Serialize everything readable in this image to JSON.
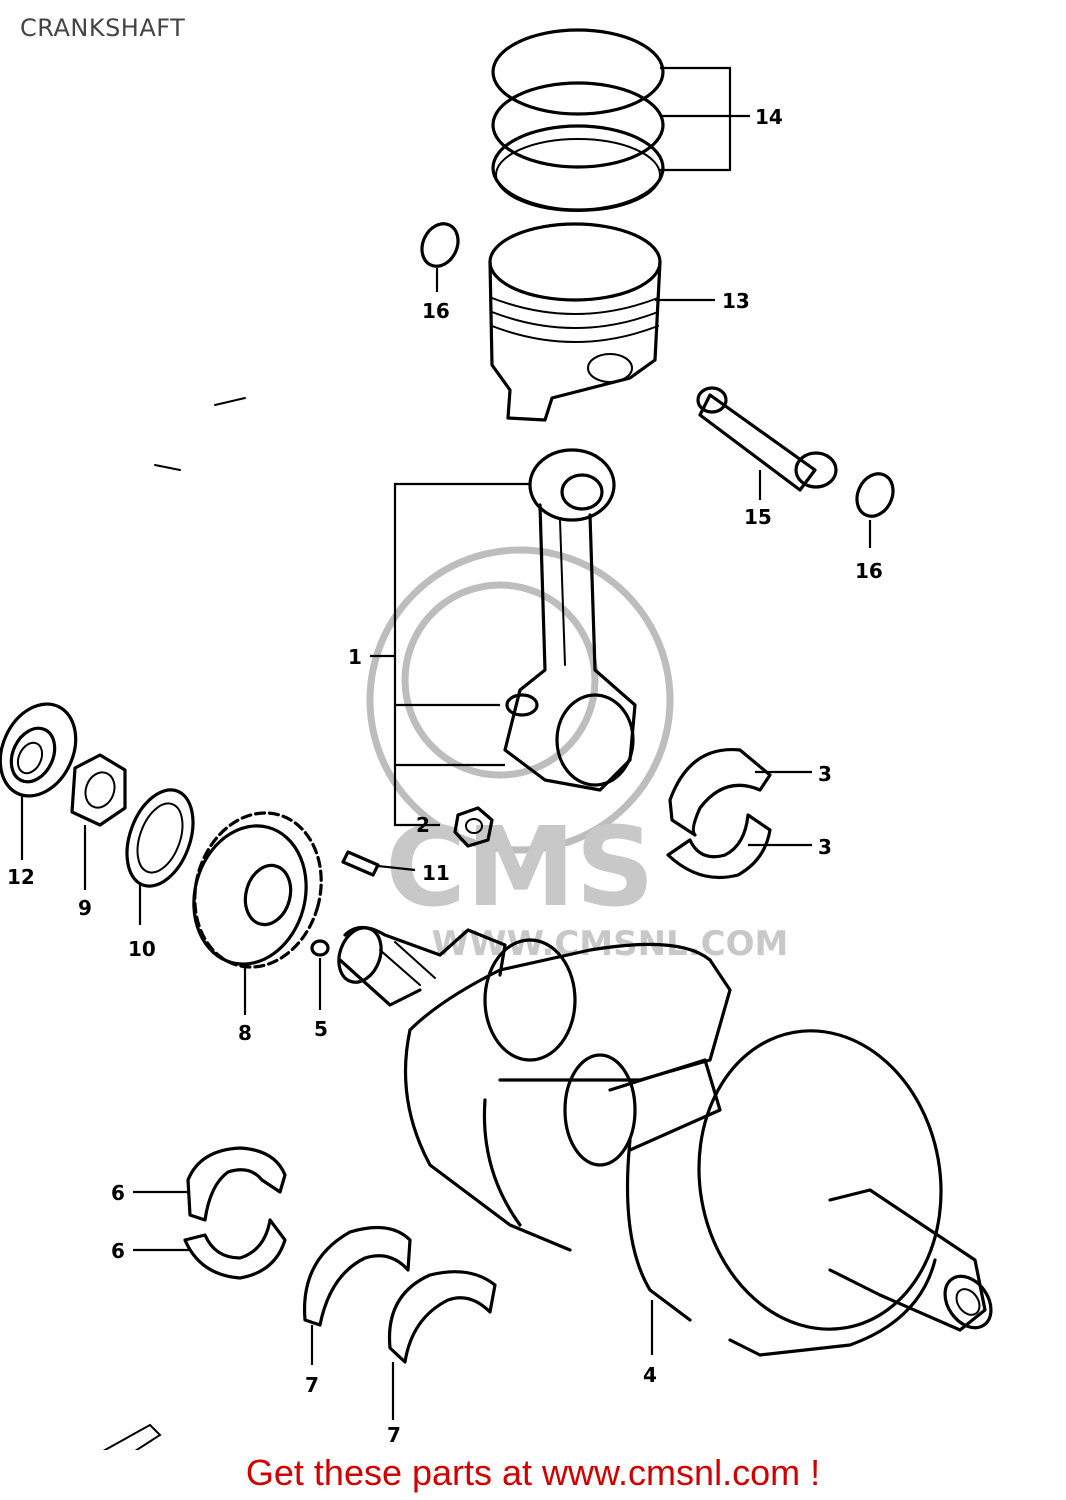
{
  "page": {
    "title": "CRANKSHAFT"
  },
  "watermark": {
    "text": "CMS",
    "url": "WWW.CMSNL.COM"
  },
  "callouts": [
    "1",
    "2",
    "3",
    "3",
    "4",
    "5",
    "6",
    "6",
    "7",
    "7",
    "8",
    "9",
    "10",
    "11",
    "12",
    "13",
    "14",
    "15",
    "16",
    "16"
  ],
  "footer": {
    "text": "Get these parts at www.cmsnl.com !"
  },
  "colors": {
    "footer_text": "#d30000",
    "title_text": "#444444",
    "watermark": "#c8c8c8"
  }
}
